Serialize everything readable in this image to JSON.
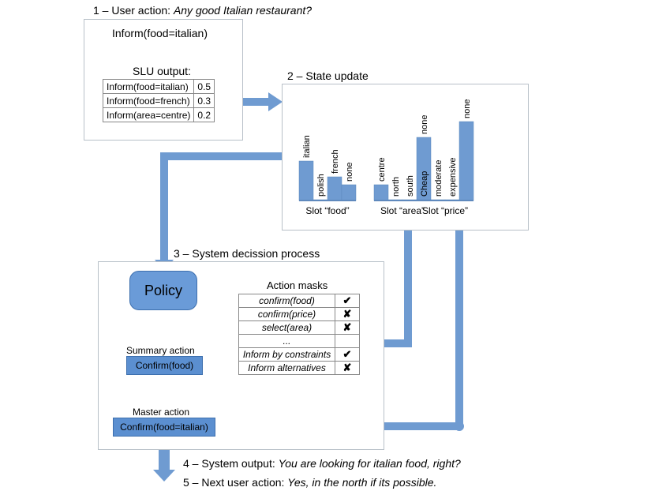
{
  "step1": {
    "title": "1 – User action: ",
    "utterance": "Any good Italian restaurant?"
  },
  "inform_label": "Inform(food=italian)",
  "slu": {
    "title": "SLU output:",
    "rows": [
      {
        "act": "Inform(food=italian)",
        "prob": "0.5"
      },
      {
        "act": "Inform(food=french)",
        "prob": "0.3"
      },
      {
        "act": "Inform(area=centre)",
        "prob": "0.2"
      }
    ]
  },
  "step2": {
    "title": "2 – State update"
  },
  "slots": [
    {
      "name": "Slot “food”",
      "values": [
        "italian",
        "polish",
        "french",
        "none"
      ],
      "levels": [
        0.5,
        0.0,
        0.3,
        0.2
      ]
    },
    {
      "name": "Slot “area”",
      "values": [
        "centre",
        "north",
        "south",
        "none"
      ],
      "levels": [
        0.2,
        0.0,
        0.0,
        0.8
      ]
    },
    {
      "name": "Slot “price”",
      "values": [
        "Cheap",
        "moderate",
        "expensive",
        "none"
      ],
      "levels": [
        0.0,
        0.0,
        0.0,
        1.0
      ]
    }
  ],
  "step3": {
    "title": "3 – System decission process"
  },
  "policy_label": "Policy",
  "masks": {
    "title": "Action masks",
    "rows": [
      {
        "action": "confirm(food)",
        "mark": "✔"
      },
      {
        "action": "confirm(price)",
        "mark": "✘"
      },
      {
        "action": "select(area)",
        "mark": "✘"
      },
      {
        "action": "...",
        "mark": ""
      },
      {
        "action": "Inform by constraints",
        "mark": "✔"
      },
      {
        "action": "Inform alternatives",
        "mark": "✘"
      }
    ]
  },
  "summary": {
    "title": "Summary action",
    "value": "Confirm(food)"
  },
  "master": {
    "title": "Master action",
    "value": "Confirm(food=italian)"
  },
  "step4": {
    "title": "4 – System output: ",
    "utterance": "You are looking for italian food, right?"
  },
  "step5": {
    "title": "5 – Next user action: ",
    "utterance": "Yes, in the north if its possible."
  },
  "colors": {
    "arrow": "#6f9bd1",
    "bar": "#6f9bd1",
    "box_border": "#b8c0c8"
  }
}
